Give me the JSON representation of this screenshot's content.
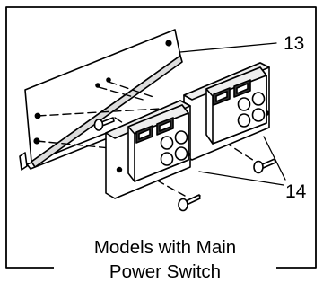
{
  "callouts": {
    "bracket": "13",
    "receptacles": "14"
  },
  "caption": {
    "line1": "Models with Main",
    "line2": "Power Switch"
  }
}
